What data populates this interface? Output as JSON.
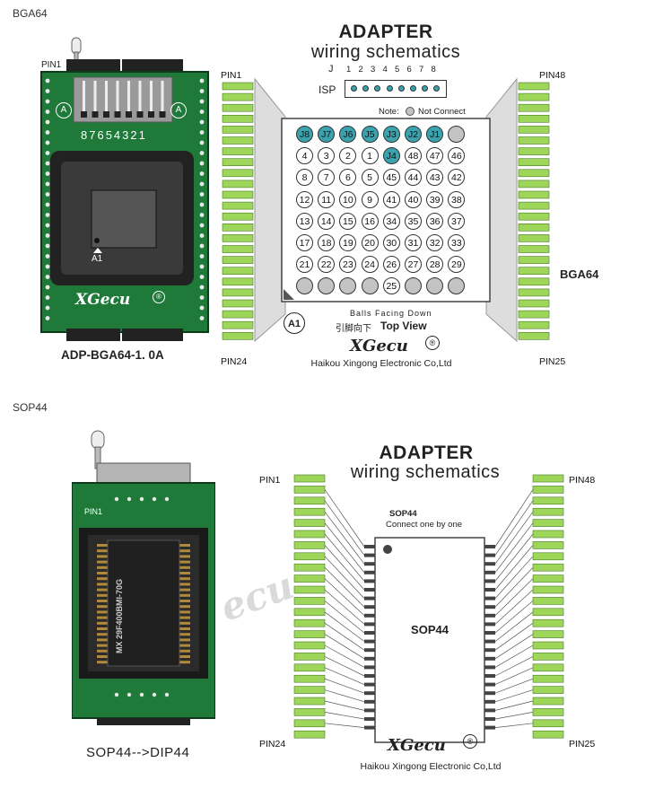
{
  "bga": {
    "section_label": "BGA64",
    "photo_pin1": "PIN1",
    "photo_a_mark": "A",
    "photo_numbers": "87654321",
    "photo_a1": "A1",
    "photo_logo": "XGecu",
    "photo_reg": "®",
    "caption": "ADP-BGA64-1. 0A",
    "title": "ADAPTER",
    "subtitle": "wiring schematics",
    "j_label": "J",
    "j_numbers": [
      "1",
      "2",
      "3",
      "4",
      "5",
      "6",
      "7",
      "8"
    ],
    "isp_label": "ISP",
    "note": "Note:",
    "not_connect": "Not Connect",
    "grid_rows": [
      [
        "J8",
        "J7",
        "J6",
        "J5",
        "J3",
        "J2",
        "J1",
        ""
      ],
      [
        "4",
        "3",
        "2",
        "1",
        "J4",
        "48",
        "47",
        "46"
      ],
      [
        "8",
        "7",
        "6",
        "5",
        "45",
        "44",
        "43",
        "42"
      ],
      [
        "12",
        "11",
        "10",
        "9",
        "41",
        "40",
        "39",
        "38"
      ],
      [
        "13",
        "14",
        "15",
        "16",
        "34",
        "35",
        "36",
        "37"
      ],
      [
        "17",
        "18",
        "19",
        "20",
        "30",
        "31",
        "32",
        "33"
      ],
      [
        "21",
        "22",
        "23",
        "24",
        "26",
        "27",
        "28",
        "29"
      ],
      [
        "",
        "",
        "",
        "",
        "25",
        "",
        "",
        ""
      ]
    ],
    "a1_label": "A1",
    "balls_facing": "Balls Facing Down",
    "chinese_text": "引脚向下",
    "top_view": "Top View",
    "logo": "XGecu",
    "reg": "®",
    "company": "Haikou Xingong Electronic Co,Ltd",
    "pin1": "PIN1",
    "pin24": "PIN24",
    "pin48": "PIN48",
    "pin25": "PIN25",
    "side_label": "BGA64"
  },
  "sop": {
    "section_label": "SOP44",
    "photo_pin1": "PIN1",
    "chip_text": "MX 29F400BMI-70G",
    "caption": "SOP44-->DIP44",
    "title": "ADAPTER",
    "subtitle": "wiring schematics",
    "chip_label_small": "SOP44",
    "connect_note": "Connect one by one",
    "chip_label": "SOP44",
    "logo": "XGecu",
    "reg": "®",
    "company": "Haikou Xingong Electronic Co,Ltd",
    "pin1": "PIN1",
    "pin24": "PIN24",
    "pin48": "PIN48",
    "pin25": "PIN25"
  },
  "colors": {
    "board_green": "#1f7a3a",
    "pin_green": "#9ed65a",
    "ball_teal": "#3aa3ad",
    "ball_nc": "#c3c3c3"
  }
}
